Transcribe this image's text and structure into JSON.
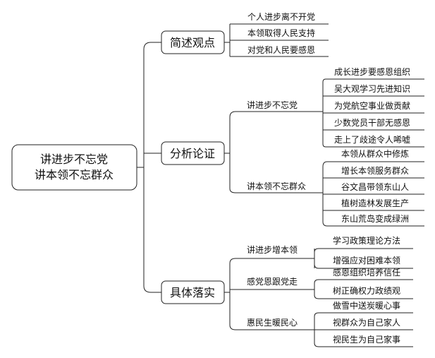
{
  "central": {
    "line1": "讲进步不忘党",
    "line2": "讲本领不忘群众"
  },
  "branches": [
    {
      "label": "简述观点",
      "leaves": [
        "个人进步离不开党",
        "本领取得人民支持",
        "对党和人民要感恩"
      ]
    },
    {
      "label": "分析论证",
      "groups": [
        {
          "label": "讲进步不忘党",
          "leaves": [
            "成长进步要感恩组织",
            "吴大观学习先进知识",
            "为党航空事业做贡献",
            "少数党员干部无感恩",
            "走上了歧途令人唏嘘"
          ]
        },
        {
          "label": "讲本领不忘群众",
          "leaves": [
            "本领从群众中修炼",
            "增长本领服务群众",
            "谷文昌带领东山人",
            "植树造林发展生产",
            "东山荒岛变成绿洲"
          ]
        }
      ]
    },
    {
      "label": "具体落实",
      "groups": [
        {
          "label": "讲进步增本领",
          "leaves": [
            "学习政策理论方法",
            "增强应对困难本领"
          ]
        },
        {
          "label": "感党恩跟党走",
          "leaves": [
            "感恩组织培养信任",
            "树正确权力政绩观"
          ]
        },
        {
          "label": "惠民生暖民心",
          "leaves": [
            "做雪中送炭暖心事",
            "视群众为自己家人",
            "视民生为自己家事"
          ]
        }
      ]
    }
  ]
}
